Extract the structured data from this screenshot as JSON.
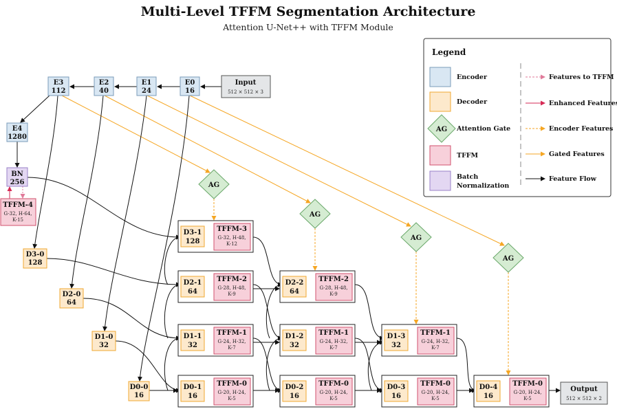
{
  "title": "Multi-Level TFFM Segmentation Architecture",
  "subtitle": "Attention U-Net++ with TFFM Module",
  "colors": {
    "encoder_fill": "#d9e7f3",
    "encoder_stroke": "#7a9bb8",
    "decoder_fill": "#fde9cc",
    "decoder_stroke": "#f0a830",
    "ag_fill": "#d5ecd2",
    "ag_stroke": "#6aa86a",
    "tffm_fill": "#f7d0da",
    "tffm_stroke": "#d2506e",
    "bn_fill": "#e3d7f2",
    "bn_stroke": "#9a80c8",
    "io_fill": "#e4e6e8",
    "io_stroke": "#777777",
    "orange": "#f5a623",
    "crimson": "#d62a55",
    "pink": "#e07a9a"
  },
  "input": {
    "label": "Input",
    "size": "512 × 512 × 3"
  },
  "output": {
    "label": "Output",
    "size": "512 × 512 × 2"
  },
  "encoders": [
    {
      "name": "E0",
      "channels": "16"
    },
    {
      "name": "E1",
      "channels": "24"
    },
    {
      "name": "E2",
      "channels": "40"
    },
    {
      "name": "E3",
      "channels": "112"
    },
    {
      "name": "E4",
      "channels": "1280"
    }
  ],
  "bottleneck": {
    "name": "BN",
    "channels": "256"
  },
  "tffm4": {
    "name": "TFFM-4",
    "params": "G-32, H-64,",
    "params2": "K-15"
  },
  "side_decoders": [
    {
      "name": "D3-0",
      "channels": "128"
    },
    {
      "name": "D2-0",
      "channels": "64"
    },
    {
      "name": "D1-0",
      "channels": "32"
    },
    {
      "name": "D0-0",
      "channels": "16"
    }
  ],
  "groups": [
    {
      "dname": "D3-1",
      "dch": "128",
      "tname": "TFFM-3",
      "p1": "G-32, H-48,",
      "p2": "K-12"
    },
    {
      "dname": "D2-1",
      "dch": "64",
      "tname": "TFFM-2",
      "p1": "G-28, H-48,",
      "p2": "K-9"
    },
    {
      "dname": "D1-1",
      "dch": "32",
      "tname": "TFFM-1",
      "p1": "G-24, H-32,",
      "p2": "K-7"
    },
    {
      "dname": "D0-1",
      "dch": "16",
      "tname": "TFFM-0",
      "p1": "G-20, H-24,",
      "p2": "K-5"
    },
    {
      "dname": "D2-2",
      "dch": "64",
      "tname": "TFFM-2",
      "p1": "G-28, H-48,",
      "p2": "K-9"
    },
    {
      "dname": "D1-2",
      "dch": "32",
      "tname": "TFFM-1",
      "p1": "G-24, H-32,",
      "p2": "K-7"
    },
    {
      "dname": "D0-2",
      "dch": "16",
      "tname": "TFFM-0",
      "p1": "G-20, H-24,",
      "p2": "K-5"
    },
    {
      "dname": "D1-3",
      "dch": "32",
      "tname": "TFFM-1",
      "p1": "G-24, H-32,",
      "p2": "K-7"
    },
    {
      "dname": "D0-3",
      "dch": "16",
      "tname": "TFFM-0",
      "p1": "G-20, H-24,",
      "p2": "K-5"
    },
    {
      "dname": "D0-4",
      "dch": "16",
      "tname": "TFFM-0",
      "p1": "G-20, H-24,",
      "p2": "K-5"
    }
  ],
  "ag_label": "AG",
  "legend": {
    "heading": "Legend",
    "left": [
      {
        "kind": "encoder",
        "label": "Encoder"
      },
      {
        "kind": "decoder",
        "label": "Decoder"
      },
      {
        "kind": "ag",
        "label": "Attention Gate",
        "glyph": "AG"
      },
      {
        "kind": "tffm",
        "label": "TFFM"
      },
      {
        "kind": "bn",
        "label": "Batch",
        "label2": "Normalization"
      }
    ],
    "right": [
      {
        "kind": "pink-dash",
        "label": "Features to TFFM"
      },
      {
        "kind": "crimson",
        "label": "Enhanced Features"
      },
      {
        "kind": "orange-dash",
        "label": "Encoder Features"
      },
      {
        "kind": "orange",
        "label": "Gated Features"
      },
      {
        "kind": "black",
        "label": "Feature Flow"
      }
    ]
  }
}
